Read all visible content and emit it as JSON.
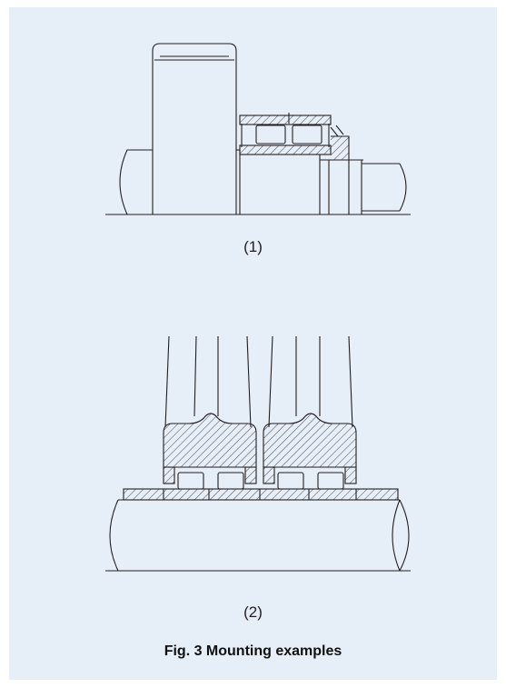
{
  "figure": {
    "panel_color": "#e6eef7",
    "line_color": "#231f20",
    "sub_labels": [
      "(1)",
      "(2)"
    ],
    "caption": "Fig. 3  Mounting examples"
  }
}
